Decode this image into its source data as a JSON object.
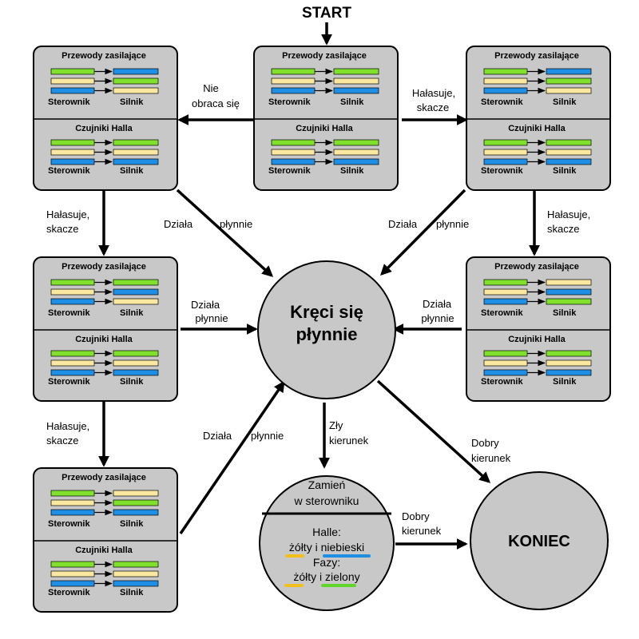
{
  "start_label": "START",
  "colors": {
    "green": "#80e02c",
    "yellow": "#fbe8a0",
    "blue": "#1f8fe6"
  },
  "cards": [
    {
      "power_title": "Przewody zasilające",
      "power_left": [
        "green",
        "yellow",
        "blue"
      ],
      "power_right": [
        "blue",
        "green",
        "yellow"
      ],
      "hall_title": "Czujniki Halla",
      "hall_left": [
        "green",
        "yellow",
        "blue"
      ],
      "hall_right": [
        "green",
        "yellow",
        "blue"
      ],
      "left_label": "Sterownik",
      "right_label": "Silnik"
    },
    {
      "power_title": "Przewody zasilające",
      "power_left": [
        "green",
        "yellow",
        "blue"
      ],
      "power_right": [
        "green",
        "yellow",
        "blue"
      ],
      "hall_title": "Czujniki Halla",
      "hall_left": [
        "green",
        "yellow",
        "blue"
      ],
      "hall_right": [
        "green",
        "yellow",
        "blue"
      ],
      "left_label": "Sterownik",
      "right_label": "Silnik"
    },
    {
      "power_title": "Przewody zasilające",
      "power_left": [
        "green",
        "yellow",
        "blue"
      ],
      "power_right": [
        "blue",
        "green",
        "yellow"
      ],
      "hall_title": "Czujniki Halla",
      "hall_left": [
        "green",
        "yellow",
        "blue"
      ],
      "hall_right": [
        "green",
        "yellow",
        "blue"
      ],
      "left_label": "Sterownik",
      "right_label": "Silnik"
    },
    {
      "power_title": "Przewody zasilające",
      "power_left": [
        "green",
        "yellow",
        "blue"
      ],
      "power_right": [
        "green",
        "blue",
        "yellow"
      ],
      "hall_title": "Czujniki Halla",
      "hall_left": [
        "green",
        "yellow",
        "blue"
      ],
      "hall_right": [
        "green",
        "yellow",
        "blue"
      ],
      "left_label": "Sterownik",
      "right_label": "Silnik"
    },
    {
      "power_title": "Przewody zasilające",
      "power_left": [
        "green",
        "yellow",
        "blue"
      ],
      "power_right": [
        "yellow",
        "blue",
        "green"
      ],
      "hall_title": "Czujniki Halla",
      "hall_left": [
        "green",
        "yellow",
        "blue"
      ],
      "hall_right": [
        "green",
        "yellow",
        "blue"
      ],
      "left_label": "Sterownik",
      "right_label": "Silnik"
    },
    {
      "power_title": "Przewody zasilające",
      "power_left": [
        "green",
        "yellow",
        "blue"
      ],
      "power_right": [
        "yellow",
        "green",
        "blue"
      ],
      "hall_title": "Czujniki Halla",
      "hall_left": [
        "green",
        "yellow",
        "blue"
      ],
      "hall_right": [
        "green",
        "yellow",
        "blue"
      ],
      "left_label": "Sterownik",
      "right_label": "Silnik"
    }
  ],
  "edge_labels": {
    "no_rotation": [
      "Nie",
      "obraca się"
    ],
    "noisy_top_right": [
      "Hałasuje,",
      "skacze"
    ],
    "noisy_left_1": [
      "Hałasuje,",
      "skacze"
    ],
    "noisy_right": [
      "Hałasuje,",
      "skacze"
    ],
    "noisy_left_2": [
      "Hałasuje,",
      "skacze"
    ],
    "smooth_a": [
      "Działa",
      "płynnie"
    ],
    "smooth_b": [
      "Działa",
      "płynnie"
    ],
    "smooth_c": [
      "Działa",
      "płynnie"
    ],
    "smooth_d": [
      "Działa",
      "płynnie"
    ],
    "smooth_e": [
      "Działa",
      "płynnie"
    ],
    "wrong_direction": [
      "Zły",
      "kierunek"
    ],
    "good_direction_1": [
      "Dobry",
      "kierunek"
    ],
    "good_direction_2": [
      "Dobry",
      "kierunek"
    ]
  },
  "center_node": [
    "Kręci się",
    "płynnie"
  ],
  "swap_node": {
    "title": [
      "Zamień",
      "w sterowniku"
    ],
    "halls_label": "Halle:",
    "halls_swap": [
      "żółty",
      " i ",
      "niebieski"
    ],
    "phases_label": "Fazy:",
    "phases_swap": [
      "żółty",
      " i ",
      "zielony"
    ]
  },
  "end_node": "KONIEC"
}
